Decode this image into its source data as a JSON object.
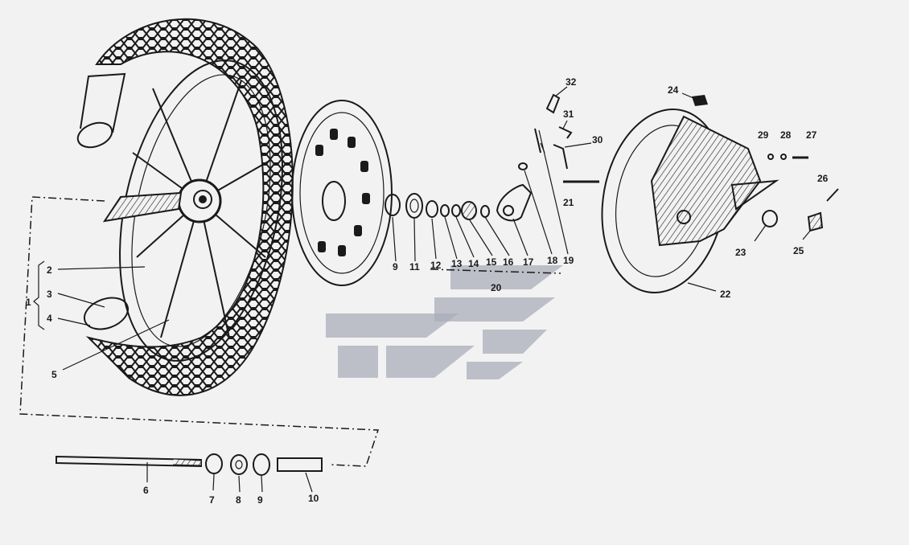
{
  "labels": {
    "l1": "1",
    "l2": "2",
    "l3": "3",
    "l4": "4",
    "l5": "5",
    "l6": "6",
    "l7": "7",
    "l8": "8",
    "l9a": "9",
    "l9b": "9",
    "l10": "10",
    "l11": "11",
    "l12": "12",
    "l13": "13",
    "l14": "14",
    "l15": "15",
    "l16": "16",
    "l17": "17",
    "l18": "18",
    "l19": "19",
    "l20": "20",
    "l21": "21",
    "l22": "22",
    "l23": "23",
    "l24": "24",
    "l25": "25",
    "l26": "26",
    "l27": "27",
    "l28": "28",
    "l29": "29",
    "l30": "30",
    "l31": "31",
    "l32": "32"
  },
  "colors": {
    "ink": "#1a1a1a",
    "paper": "#f2f2f2",
    "watermark": "#a9adb8"
  },
  "parts": {
    "wheel": "front-wheel-assembly",
    "disc": "brake-disc",
    "plate": "brake-anchor-plate",
    "axle": "front-axle"
  }
}
